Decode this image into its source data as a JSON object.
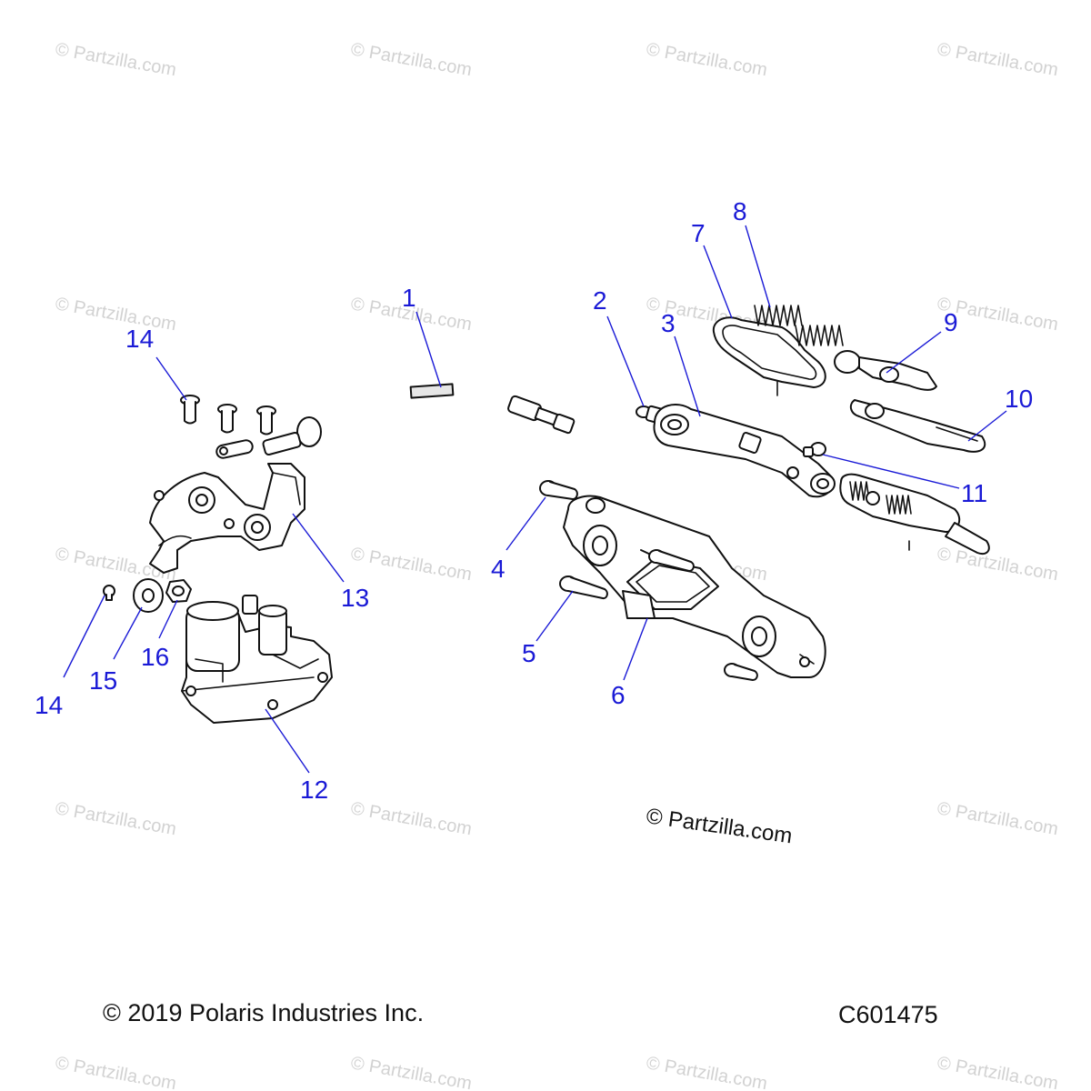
{
  "watermark": "© Partzilla.com",
  "center_watermark": "© Partzilla.com",
  "copyright": "© 2019 Polaris Industries Inc.",
  "diagram_code": "C601475",
  "callouts": {
    "c1": "1",
    "c2": "2",
    "c3": "3",
    "c4": "4",
    "c5": "5",
    "c6": "6",
    "c7": "7",
    "c8": "8",
    "c9": "9",
    "c10": "10",
    "c11": "11",
    "c12": "12",
    "c13": "13",
    "c14a": "14",
    "c14b": "14",
    "c15": "15",
    "c16": "16"
  },
  "colors": {
    "callout": "#1a1ad6",
    "line_art": "#111111",
    "watermark": "#d2d2d2"
  }
}
